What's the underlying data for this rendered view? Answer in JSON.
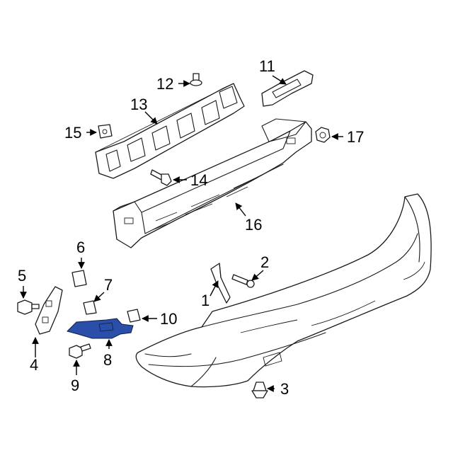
{
  "callouts": {
    "c1": "1",
    "c2": "2",
    "c3": "3",
    "c4": "4",
    "c5": "5",
    "c6": "6",
    "c7": "7",
    "c8": "8",
    "c9": "9",
    "c10": "10",
    "c11": "11",
    "c12": "12",
    "c13": "13",
    "c14": "14",
    "c15": "15",
    "c16": "16",
    "c17": "17"
  },
  "colors": {
    "highlight_part": "#2b4fa8",
    "line": "#1a1a1a",
    "background": "#ffffff"
  }
}
